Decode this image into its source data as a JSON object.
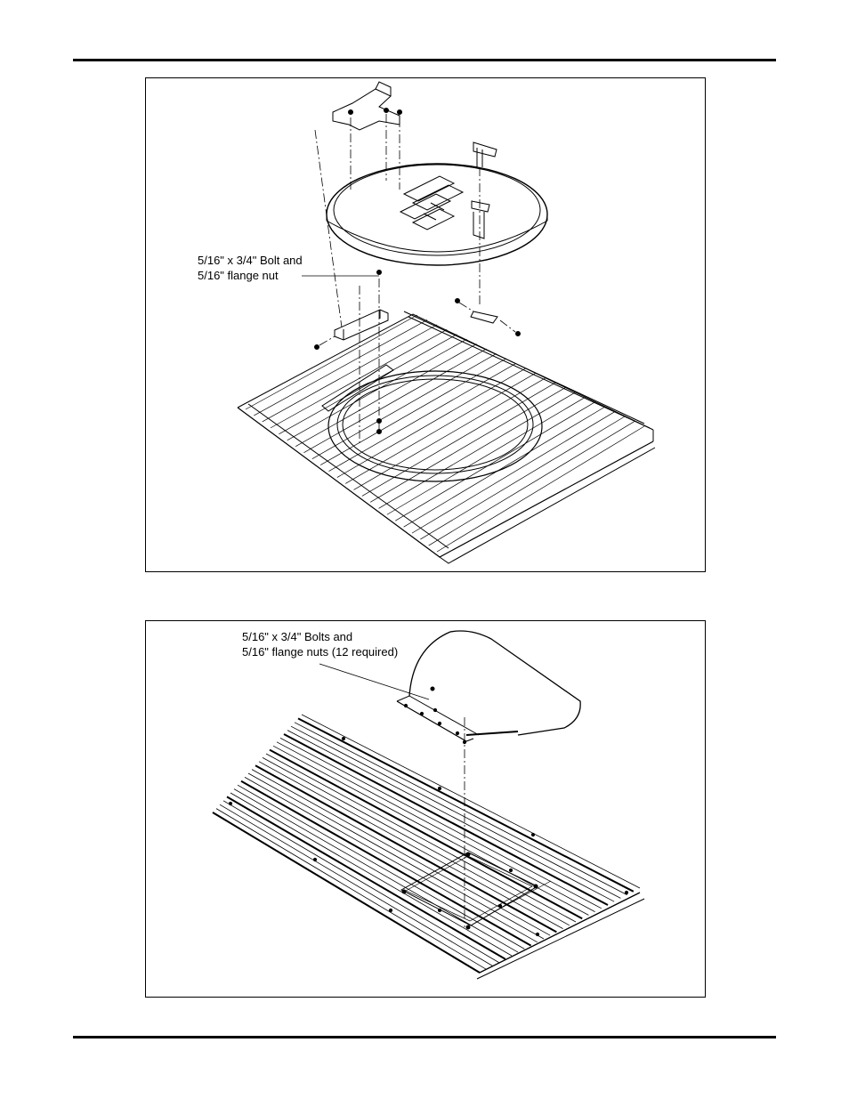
{
  "figures": [
    {
      "callout": [
        "5/16\" x 3/4\" Bolt and",
        "5/16\" flange nut"
      ]
    },
    {
      "callout": [
        "5/16\" x 3/4\" Bolts and",
        "5/16\" flange nuts (12 required)"
      ]
    }
  ],
  "colors": {
    "line": "#000000",
    "paper": "#ffffff"
  }
}
